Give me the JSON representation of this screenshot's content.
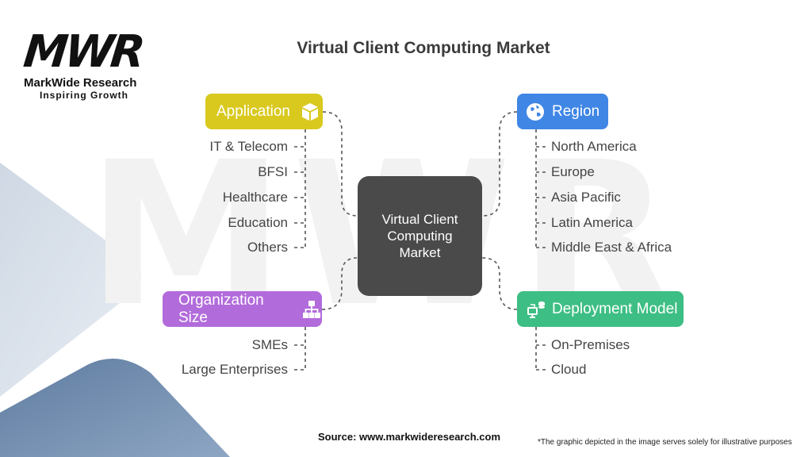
{
  "logo": {
    "mark": "MWR",
    "name": "MarkWide Research",
    "tagline": "Inspiring Growth"
  },
  "watermark": "MWR",
  "title": "Virtual Client Computing Market",
  "center": "Virtual Client Computing Market",
  "categories": [
    {
      "label": "Application",
      "color": "#d9c91f",
      "icon": "box-icon",
      "items": [
        "IT & Telecom",
        "BFSI",
        "Healthcare",
        "Education",
        "Others"
      ]
    },
    {
      "label": "Organization Size",
      "color": "#b26bdb",
      "icon": "hierarchy-icon",
      "items": [
        "SMEs",
        "Large Enterprises"
      ]
    },
    {
      "label": "Region",
      "color": "#3f86e5",
      "icon": "globe-icon",
      "items": [
        "North America",
        "Europe",
        "Asia Pacific",
        "Latin America",
        "Middle East & Africa"
      ]
    },
    {
      "label": "Deployment Model",
      "color": "#3dbe84",
      "icon": "server-monitor-icon",
      "items": [
        "On-Premises",
        "Cloud"
      ]
    }
  ],
  "source": "Source: www.markwideresearch.com",
  "footnote": "*The graphic depicted in the image serves solely for illustrative purposes"
}
